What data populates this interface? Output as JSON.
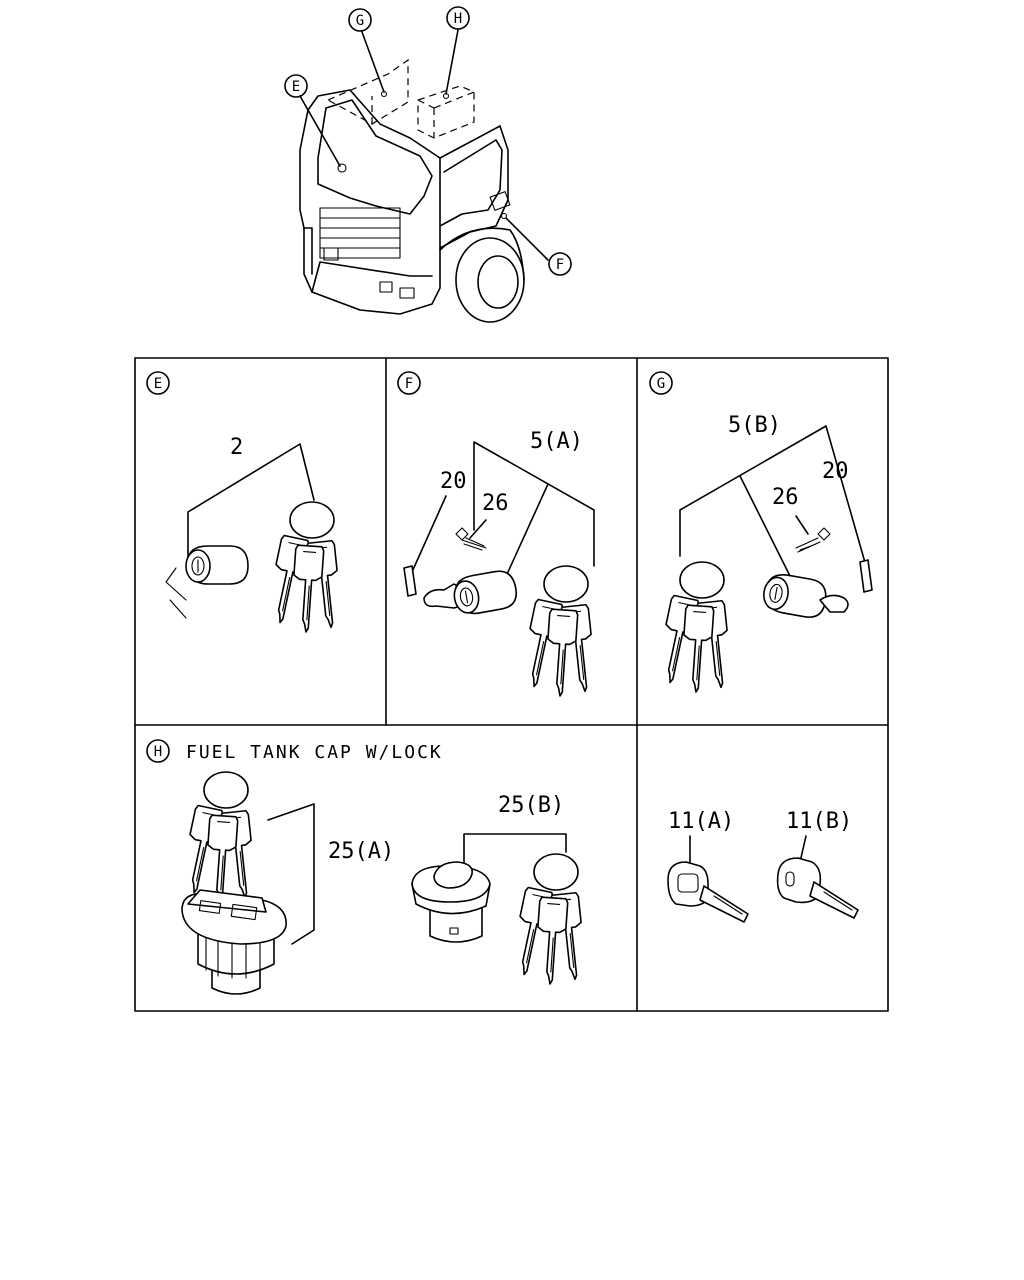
{
  "callouts": {
    "E": "E",
    "F": "F",
    "G": "G",
    "H": "H"
  },
  "panels": {
    "e": {
      "letter": "E",
      "part_labels": [
        "2"
      ]
    },
    "f": {
      "letter": "F",
      "part_labels": [
        "5(A)",
        "20",
        "26"
      ]
    },
    "g": {
      "letter": "G",
      "part_labels": [
        "5(B)",
        "26",
        "20"
      ]
    },
    "h": {
      "letter": "H",
      "title": "FUEL TANK CAP W/LOCK",
      "part_labels": [
        "25(A)",
        "25(B)"
      ]
    },
    "keys": {
      "part_labels": [
        "11(A)",
        "11(B)"
      ]
    }
  }
}
